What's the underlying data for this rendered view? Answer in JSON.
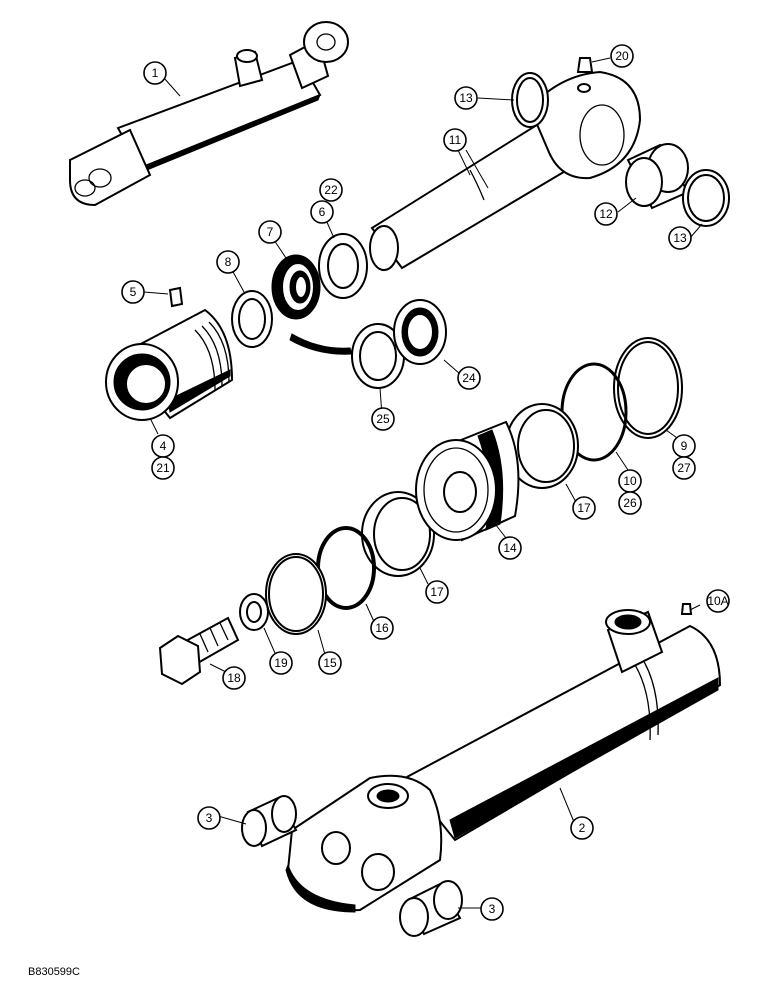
{
  "diagram_ref": "B830599C",
  "callouts": [
    "1",
    "2",
    "3",
    "3",
    "4",
    "21",
    "5",
    "6",
    "22",
    "7",
    "8",
    "9",
    "27",
    "10",
    "26",
    "10A",
    "11",
    "12",
    "13",
    "13",
    "14",
    "15",
    "16",
    "17",
    "17",
    "18",
    "19",
    "20",
    "24",
    "25"
  ]
}
